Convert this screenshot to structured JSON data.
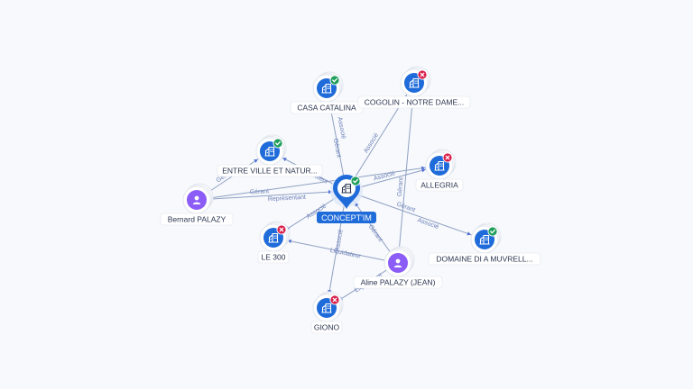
{
  "graph": {
    "center": {
      "id": "center",
      "label": "CONCEPT'IM",
      "icon": "building-icon",
      "status": "ok"
    },
    "nodes": [
      {
        "id": "casa",
        "label": "CASA CATALINA",
        "kind": "company",
        "icon": "building-icon",
        "status": "ok"
      },
      {
        "id": "cogolin",
        "label": "COGOLIN - NOTRE DAME...",
        "kind": "company",
        "icon": "building-icon",
        "status": "ko"
      },
      {
        "id": "entre",
        "label": "ENTRE VILLE ET NATUR...",
        "kind": "company",
        "icon": "building-icon",
        "status": "ok"
      },
      {
        "id": "allegria",
        "label": "ALLEGRIA",
        "kind": "company",
        "icon": "building-icon",
        "status": "ko"
      },
      {
        "id": "bernard",
        "label": "Bernard PALAZY",
        "kind": "person",
        "icon": "person-icon"
      },
      {
        "id": "le300",
        "label": "LE 300",
        "kind": "company",
        "icon": "building-icon",
        "status": "ko"
      },
      {
        "id": "domaine",
        "label": "DOMAINE DI A MUVRELL...",
        "kind": "company",
        "icon": "building-icon",
        "status": "ok"
      },
      {
        "id": "aline",
        "label": "Aline PALAZY (JEAN)",
        "kind": "person",
        "icon": "person-icon"
      },
      {
        "id": "giono",
        "label": "GIONO",
        "kind": "company",
        "icon": "building-icon",
        "status": "ko"
      }
    ],
    "edges": [
      {
        "from": "center",
        "to": "casa",
        "labels": [
          "Gérant",
          "Associé"
        ]
      },
      {
        "from": "center",
        "to": "cogolin",
        "labels": [
          "Associé"
        ]
      },
      {
        "from": "center",
        "to": "entre",
        "labels": [
          "Liquidateur"
        ]
      },
      {
        "from": "center",
        "to": "allegria",
        "labels": [
          "Associé"
        ]
      },
      {
        "from": "bernard",
        "to": "center",
        "labels": [
          "Gérant",
          "Représentant"
        ]
      },
      {
        "from": "center",
        "to": "le300",
        "labels": [
          "Associé"
        ]
      },
      {
        "from": "center",
        "to": "domaine",
        "labels": [
          "Gérant",
          "Associé"
        ]
      },
      {
        "from": "aline",
        "to": "center",
        "labels": [
          "Gérant"
        ]
      },
      {
        "from": "center",
        "to": "giono",
        "labels": [
          "Associé"
        ]
      },
      {
        "from": "bernard",
        "to": "entre",
        "labels": [
          "Gérant"
        ]
      },
      {
        "from": "bernard",
        "to": "allegria",
        "labels": []
      },
      {
        "from": "aline",
        "to": "cogolin",
        "labels": [
          "Gérant"
        ]
      },
      {
        "from": "aline",
        "to": "le300",
        "labels": [
          "Liquidateur"
        ]
      },
      {
        "from": "aline",
        "to": "giono",
        "labels": [
          "Liquidateur"
        ]
      }
    ]
  }
}
